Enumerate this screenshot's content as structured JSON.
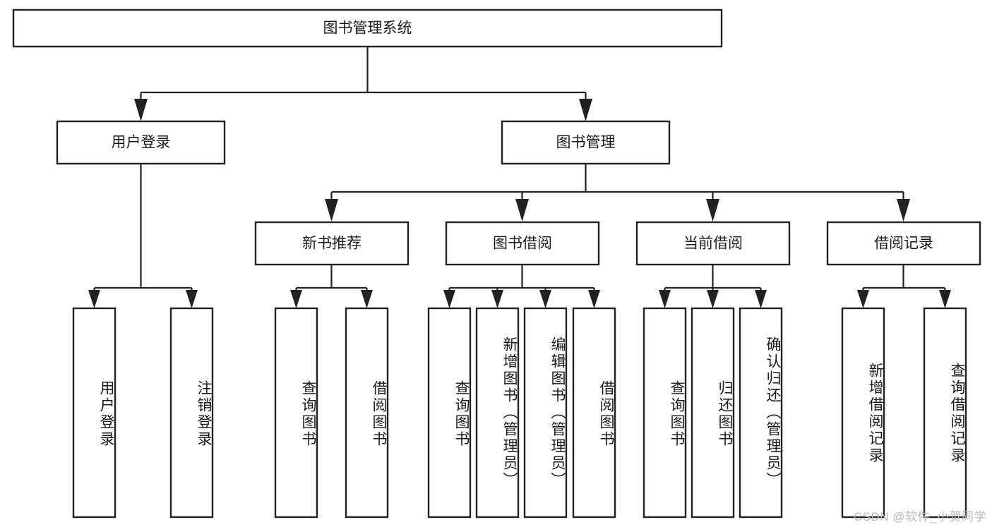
{
  "diagram": {
    "title": "图书管理系统",
    "type": "hierarchy-tree",
    "watermark": "CSDN @软件_小贺同学",
    "colors": {
      "background": "#ffffff",
      "stroke": "#222222",
      "text": "#1a1a1a",
      "watermark": "#b8b8b8"
    },
    "levels": {
      "root": {
        "label": "图书管理系统"
      },
      "level2": [
        {
          "label": "用户登录"
        },
        {
          "label": "图书管理"
        }
      ],
      "level3": [
        {
          "label": "新书推荐"
        },
        {
          "label": "图书借阅"
        },
        {
          "label": "当前借阅"
        },
        {
          "label": "借阅记录"
        }
      ],
      "leaves": [
        {
          "label": "用户登录",
          "parent": "用户登录"
        },
        {
          "label": "注销登录",
          "parent": "用户登录"
        },
        {
          "label": "查询图书",
          "parent": "新书推荐"
        },
        {
          "label": "借阅图书",
          "parent": "新书推荐"
        },
        {
          "label": "查询图书",
          "parent": "图书借阅"
        },
        {
          "label": "新增图书（管理员）",
          "parent": "图书借阅"
        },
        {
          "label": "编辑图书（管理员）",
          "parent": "图书借阅"
        },
        {
          "label": "借阅图书",
          "parent": "图书借阅"
        },
        {
          "label": "查询图书",
          "parent": "当前借阅"
        },
        {
          "label": "归还图书",
          "parent": "当前借阅"
        },
        {
          "label": "确认归还（管理员）",
          "parent": "当前借阅"
        },
        {
          "label": "新增借阅记录",
          "parent": "借阅记录"
        },
        {
          "label": "查询借阅记录",
          "parent": "借阅记录"
        }
      ]
    }
  }
}
